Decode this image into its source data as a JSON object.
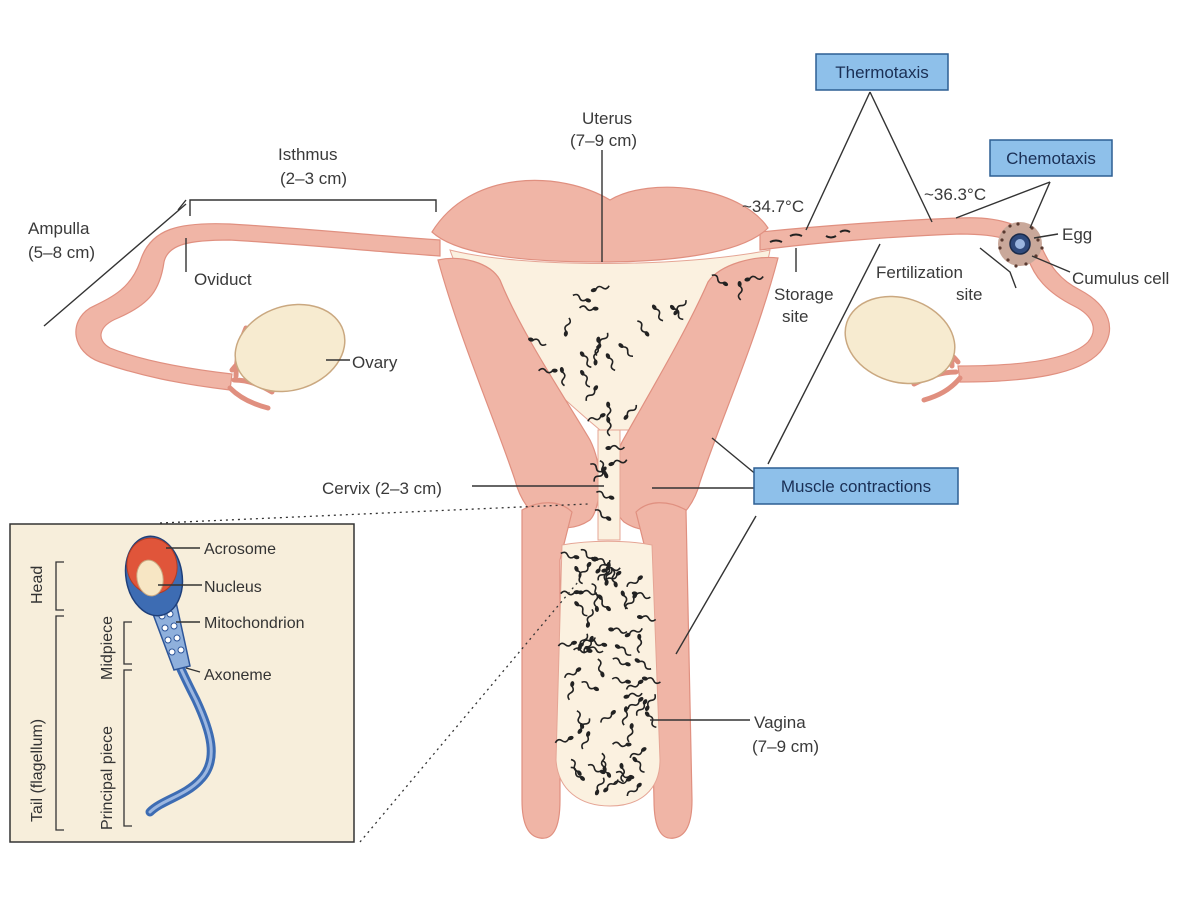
{
  "labels": {
    "uterus_l1": "Uterus",
    "uterus_l2": "(7–9 cm)",
    "isthmus_l1": "Isthmus",
    "isthmus_l2": "(2–3 cm)",
    "ampulla_l1": "Ampulla",
    "ampulla_l2": "(5–8 cm)",
    "oviduct": "Oviduct",
    "ovary": "Ovary",
    "temp_left": "~34.7°C",
    "temp_right": "~36.3°C",
    "storage_l1": "Storage",
    "storage_l2": "site",
    "fert_l1": "Fertilization",
    "fert_l2": "site",
    "egg": "Egg",
    "cumulus": "Cumulus cell",
    "cervix": "Cervix (2–3 cm)",
    "vagina_l1": "Vagina",
    "vagina_l2": "(7–9 cm)"
  },
  "boxes": {
    "thermotaxis": "Thermotaxis",
    "chemotaxis": "Chemotaxis",
    "muscle": "Muscle contractions"
  },
  "inset": {
    "acrosome": "Acrosome",
    "nucleus": "Nucleus",
    "mitochondrion": "Mitochondrion",
    "axoneme": "Axoneme",
    "head": "Head",
    "midpiece": "Midpiece",
    "principal": "Principal piece",
    "tail": "Tail (flagellum)"
  },
  "colors": {
    "tissue": "#f0b5a6",
    "tissue_dark": "#e59485",
    "cavity": "#fbf1e0",
    "ovary": "#f7ebd0",
    "box_fill": "#8ec0ea",
    "box_stroke": "#2d5f93",
    "inset_bg": "#f7eedb",
    "acrosome": "#e0553a",
    "sperm_blue": "#3d6cb3"
  }
}
